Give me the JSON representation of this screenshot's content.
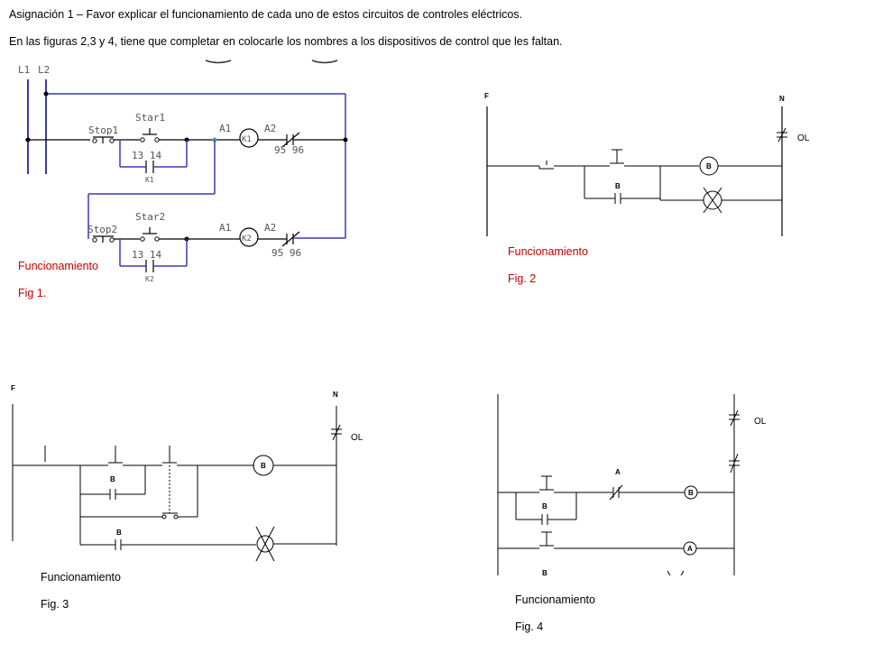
{
  "header": {
    "line1": "Asignación 1 – Favor explicar el funcionamiento de cada uno de estos circuitos de controles eléctricos.",
    "line2": "En las figuras 2,3 y 4, tiene que completar en colocarle los nombres a los dispositivos de control que les faltan."
  },
  "fig1": {
    "func_label": "Funcionamiento",
    "fig_label": "Fig 1.",
    "rail_l1": "L1",
    "rail_l2": "L2",
    "stop1": "Stop1",
    "start1": "Star1",
    "aux1": "13  14",
    "k1": "K1",
    "a1_1": "A1",
    "a2_1": "A2",
    "coil1": "K1",
    "ol1": "95  96",
    "stop2": "Stop2",
    "start2": "Star2",
    "aux2": "13  14",
    "k2": "K2",
    "a1_2": "A1",
    "a2_2": "A2",
    "coil2": "K2",
    "ol2": "95  96"
  },
  "fig2": {
    "func_label": "Funcionamiento",
    "fig_label": "Fig. 2",
    "f": "F",
    "n": "N",
    "ol": "OL",
    "b_coil": "B",
    "b_contact": "B"
  },
  "fig3": {
    "func_label": "Funcionamiento",
    "fig_label": "Fig. 3",
    "f": "F",
    "n": "N",
    "ol": "OL",
    "b_coil": "B",
    "b_contact1": "B",
    "b_contact2": "B"
  },
  "fig4": {
    "func_label": "Funcionamiento",
    "fig_label": "Fig. 4",
    "ol": "OL",
    "a_contact": "A",
    "b_contact": "B",
    "b_coil": "B",
    "a_coil": "A",
    "b_bottom": "B"
  }
}
